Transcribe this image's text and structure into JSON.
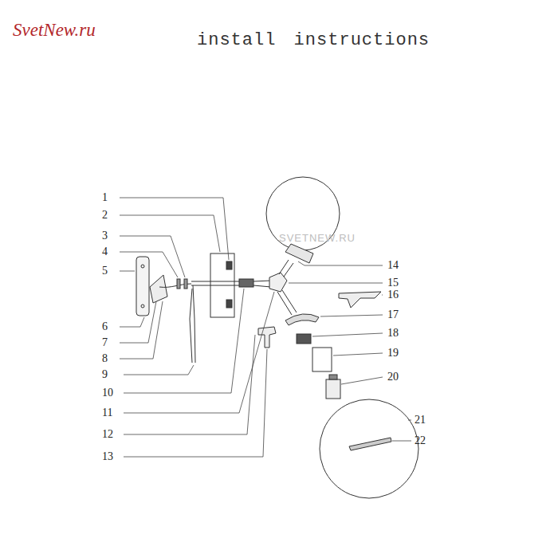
{
  "diagram": {
    "title": "install instructions",
    "labels": [
      "SvetNew.ru",
      "SVETNEW.RU",
      "1",
      "2",
      "3",
      "4",
      "5",
      "6",
      "7",
      "8",
      "9",
      "10",
      "11",
      "12",
      "13",
      "14",
      "15",
      "16",
      "17",
      "18",
      "19",
      "20",
      "21",
      "22"
    ]
  }
}
